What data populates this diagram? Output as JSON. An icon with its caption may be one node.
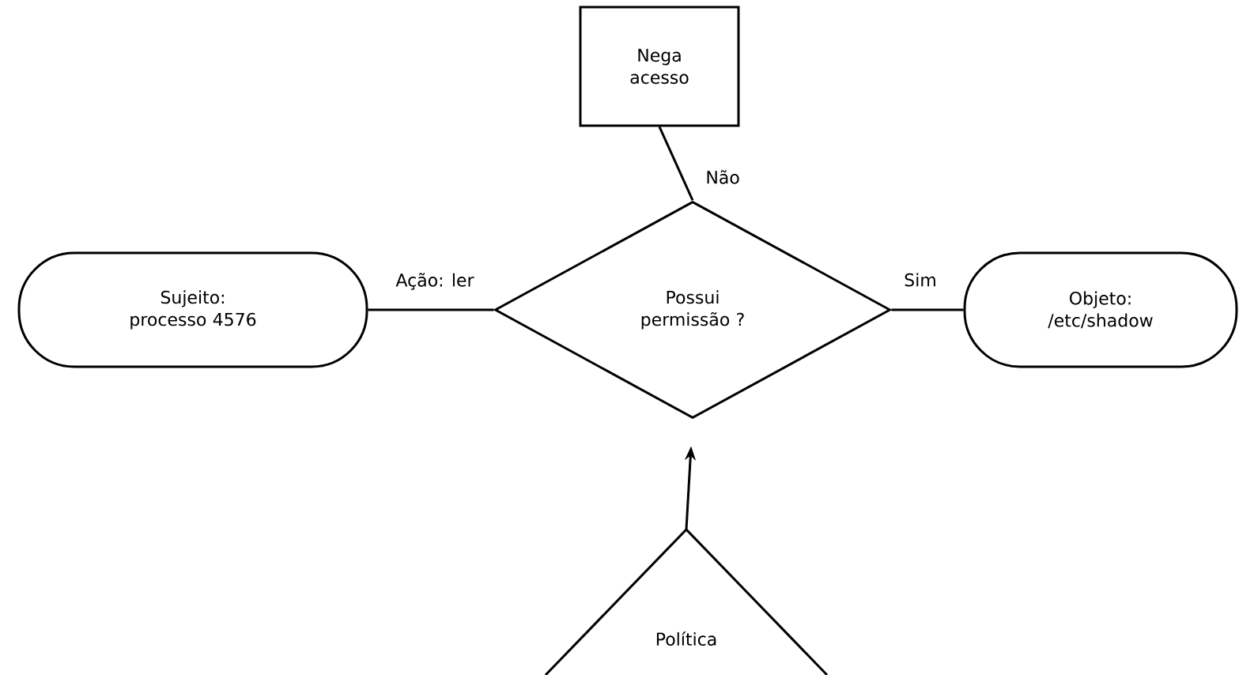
{
  "diagram": {
    "nodes": [
      {
        "text": [
          "Nega acesso"
        ]
      },
      {
        "text": [
          "Sujeito: processo 4576"
        ]
      },
      {
        "text": [
          "Possui permissão ?"
        ]
      },
      {
        "text": [
          "Objeto: /etc/shadow"
        ]
      },
      {
        "text": [
          "Política"
        ]
      }
    ],
    "edges": [
      {
        "from": 1,
        "to": 2,
        "arrow": "none",
        "label": "Ação: ler"
      },
      {
        "from": 2,
        "to": 3,
        "arrow": "none",
        "label": "Sim"
      },
      {
        "from": 2,
        "to": 0,
        "arrow": "none",
        "label": "Não"
      },
      {
        "from": 4,
        "to": 2,
        "arrow": "to"
      }
    ]
  }
}
